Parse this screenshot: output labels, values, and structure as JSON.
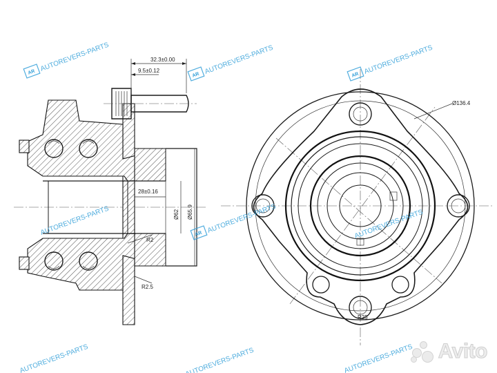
{
  "drawing": {
    "dimensions": {
      "stud_length": "32.3±0.00",
      "stud_offset": "9.5±0.12",
      "bore_depth": "28±0.16",
      "inner_diameter": "Ø62",
      "pilot_diameter": "Ø65.9",
      "fillet_inner": "R2",
      "fillet_flange": "R2.5",
      "pcd": "Ø136.4",
      "bolt_angle": "R25"
    },
    "watermark": {
      "text": "AUTOREVERS-PARTS",
      "logo": "AR"
    }
  },
  "brand": {
    "logo_text": "Avito",
    "logo_icon": "avito-dots-icon"
  }
}
